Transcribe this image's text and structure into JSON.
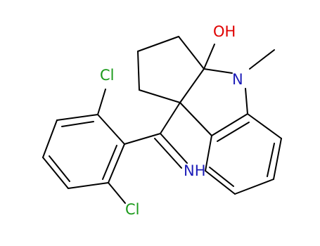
{
  "atoms": {
    "cl_top": {
      "text": "Cl",
      "color": "#1a9a1a"
    },
    "cl_bottom": {
      "text": "Cl",
      "color": "#1a9a1a"
    },
    "oh": {
      "text": "OH",
      "color": "#e00000"
    },
    "n_ring": {
      "text": "N",
      "color": "#1c1cb8"
    },
    "nh_imine": {
      "text": "NH",
      "color": "#1c1cb8"
    }
  },
  "bond_color": "#000000"
}
